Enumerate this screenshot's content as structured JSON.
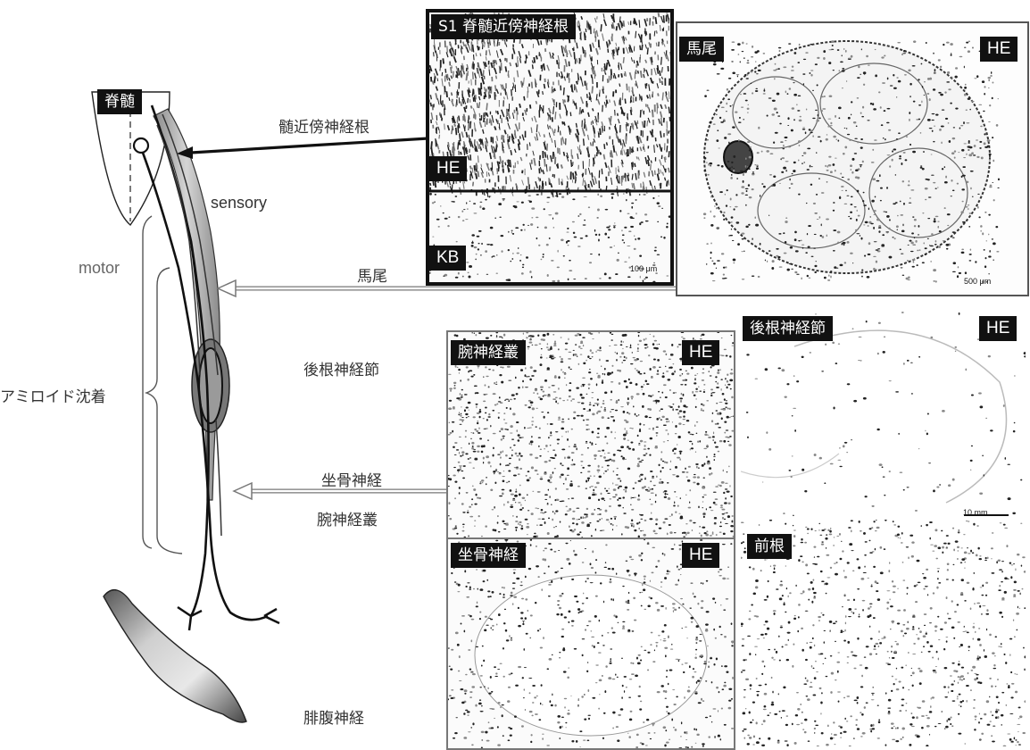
{
  "diagram": {
    "spinal_cord_label": "脊髄",
    "sensory_label": "sensory",
    "motor_label": "motor",
    "amyloid_label": "アミロイド沈着",
    "arrow_labels": {
      "paraspinal_root": "髄近傍神経根",
      "cauda_equina": "馬尾",
      "drg": "後根神経節",
      "sciatic": "坐骨神経",
      "brachial": "腕神経叢",
      "sural": "腓腹神経"
    }
  },
  "panels": {
    "s1_root": {
      "title": "S1 脊髄近傍神経根",
      "stain_top": "HE",
      "stain_bottom": "KB",
      "scale": "100 μm"
    },
    "cauda_equina": {
      "title": "馬尾",
      "stain": "HE",
      "scale": "500 μm"
    },
    "brachial_plexus": {
      "title": "腕神経叢",
      "stain": "HE"
    },
    "drg": {
      "title": "後根神経節",
      "stain": "HE",
      "scale": "10 mm"
    },
    "sciatic": {
      "title": "坐骨神経",
      "stain": "HE"
    },
    "anterior_root": {
      "title": "前根"
    }
  },
  "colors": {
    "tag_bg": "#111111",
    "tag_text": "#ffffff",
    "arrow_main": "#111111",
    "arrow_outline": "#777777"
  }
}
